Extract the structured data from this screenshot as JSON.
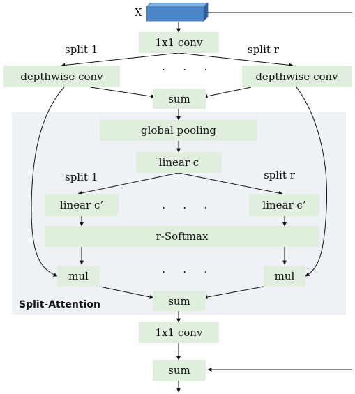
{
  "diagram": {
    "input_label": "X",
    "nodes": {
      "conv_top": "1x1 conv",
      "dw_left": "depthwise conv",
      "dw_right": "depthwise conv",
      "sum_top": "sum",
      "global_pooling": "global pooling",
      "linear_c": "linear c",
      "linear_c_left": "linear c’",
      "linear_c_right": "linear c’",
      "r_softmax": "r-Softmax",
      "mul_left": "mul",
      "mul_right": "mul",
      "sum_mid": "sum",
      "conv_bottom": "1x1 conv",
      "sum_bottom": "sum"
    },
    "split_labels": {
      "top_left": "split 1",
      "top_right": "split r",
      "mid_left": "split 1",
      "mid_right": "split r"
    },
    "ellipsis": ". . .",
    "panel_title": "Split-Attention",
    "colors": {
      "node_fill": "#dfeedd",
      "panel_fill": "#eef2f7",
      "input_block": "#4a86c8"
    }
  }
}
